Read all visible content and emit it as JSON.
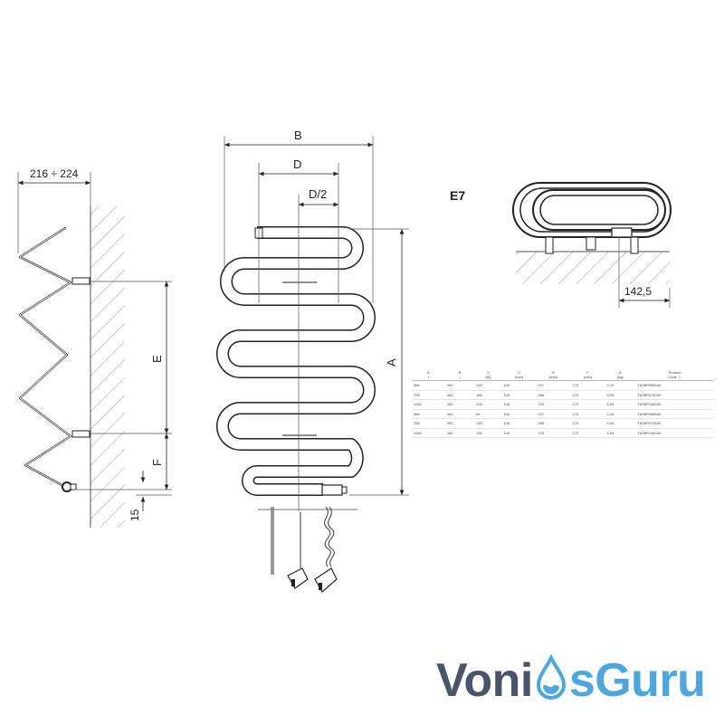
{
  "dimensions": {
    "wall_offset": "216 ÷ 224",
    "B": "B",
    "D": "D",
    "D_half": "D/2",
    "A": "A",
    "E": "E",
    "F": "F",
    "bottom_15": "15",
    "e7_depth": "142,5"
  },
  "e7_label": "E7",
  "spec_table": {
    "headers": [
      {
        "symbol": "A",
        "unit": "↕"
      },
      {
        "symbol": "B",
        "unit": "↔"
      },
      {
        "symbol": "▭",
        "unit": "(W)"
      },
      {
        "symbol": "D",
        "unit": "(mm)"
      },
      {
        "symbol": "E",
        "unit": "(mm)"
      },
      {
        "symbol": "F",
        "unit": "(mm)"
      },
      {
        "symbol": "⚖",
        "unit": "(kg)"
      },
      {
        "symbol": "Product",
        "unit": "Code ⓘ"
      }
    ],
    "rows": [
      [
        "566",
        "49C",
        "130",
        "140",
        "227",
        "170",
        "4,10",
        "TK/WP05604X"
      ],
      [
        "796",
        "49C",
        "165",
        "140",
        "455",
        "170",
        "5,00",
        "TK/WP07904X"
      ],
      [
        "1062",
        "49C",
        "205",
        "140",
        "723",
        "170",
        "6,00",
        "TK/WP10604X"
      ],
      [
        "566",
        "49C",
        "90",
        "140",
        "227",
        "170",
        "4,10",
        "TK/WP05604X"
      ],
      [
        "796",
        "49C",
        "130",
        "140",
        "455",
        "170",
        "5,00",
        "TK/WP07904X"
      ],
      [
        "1062",
        "49C",
        "130",
        "140",
        "723",
        "170",
        "6,00",
        "TK/WP10604X"
      ]
    ]
  },
  "logo": {
    "part1": "Voni",
    "part2": "sGuru"
  },
  "colors": {
    "line": "#222222",
    "logo_dark": "#47546a",
    "logo_blue": "#4aa7e0"
  }
}
